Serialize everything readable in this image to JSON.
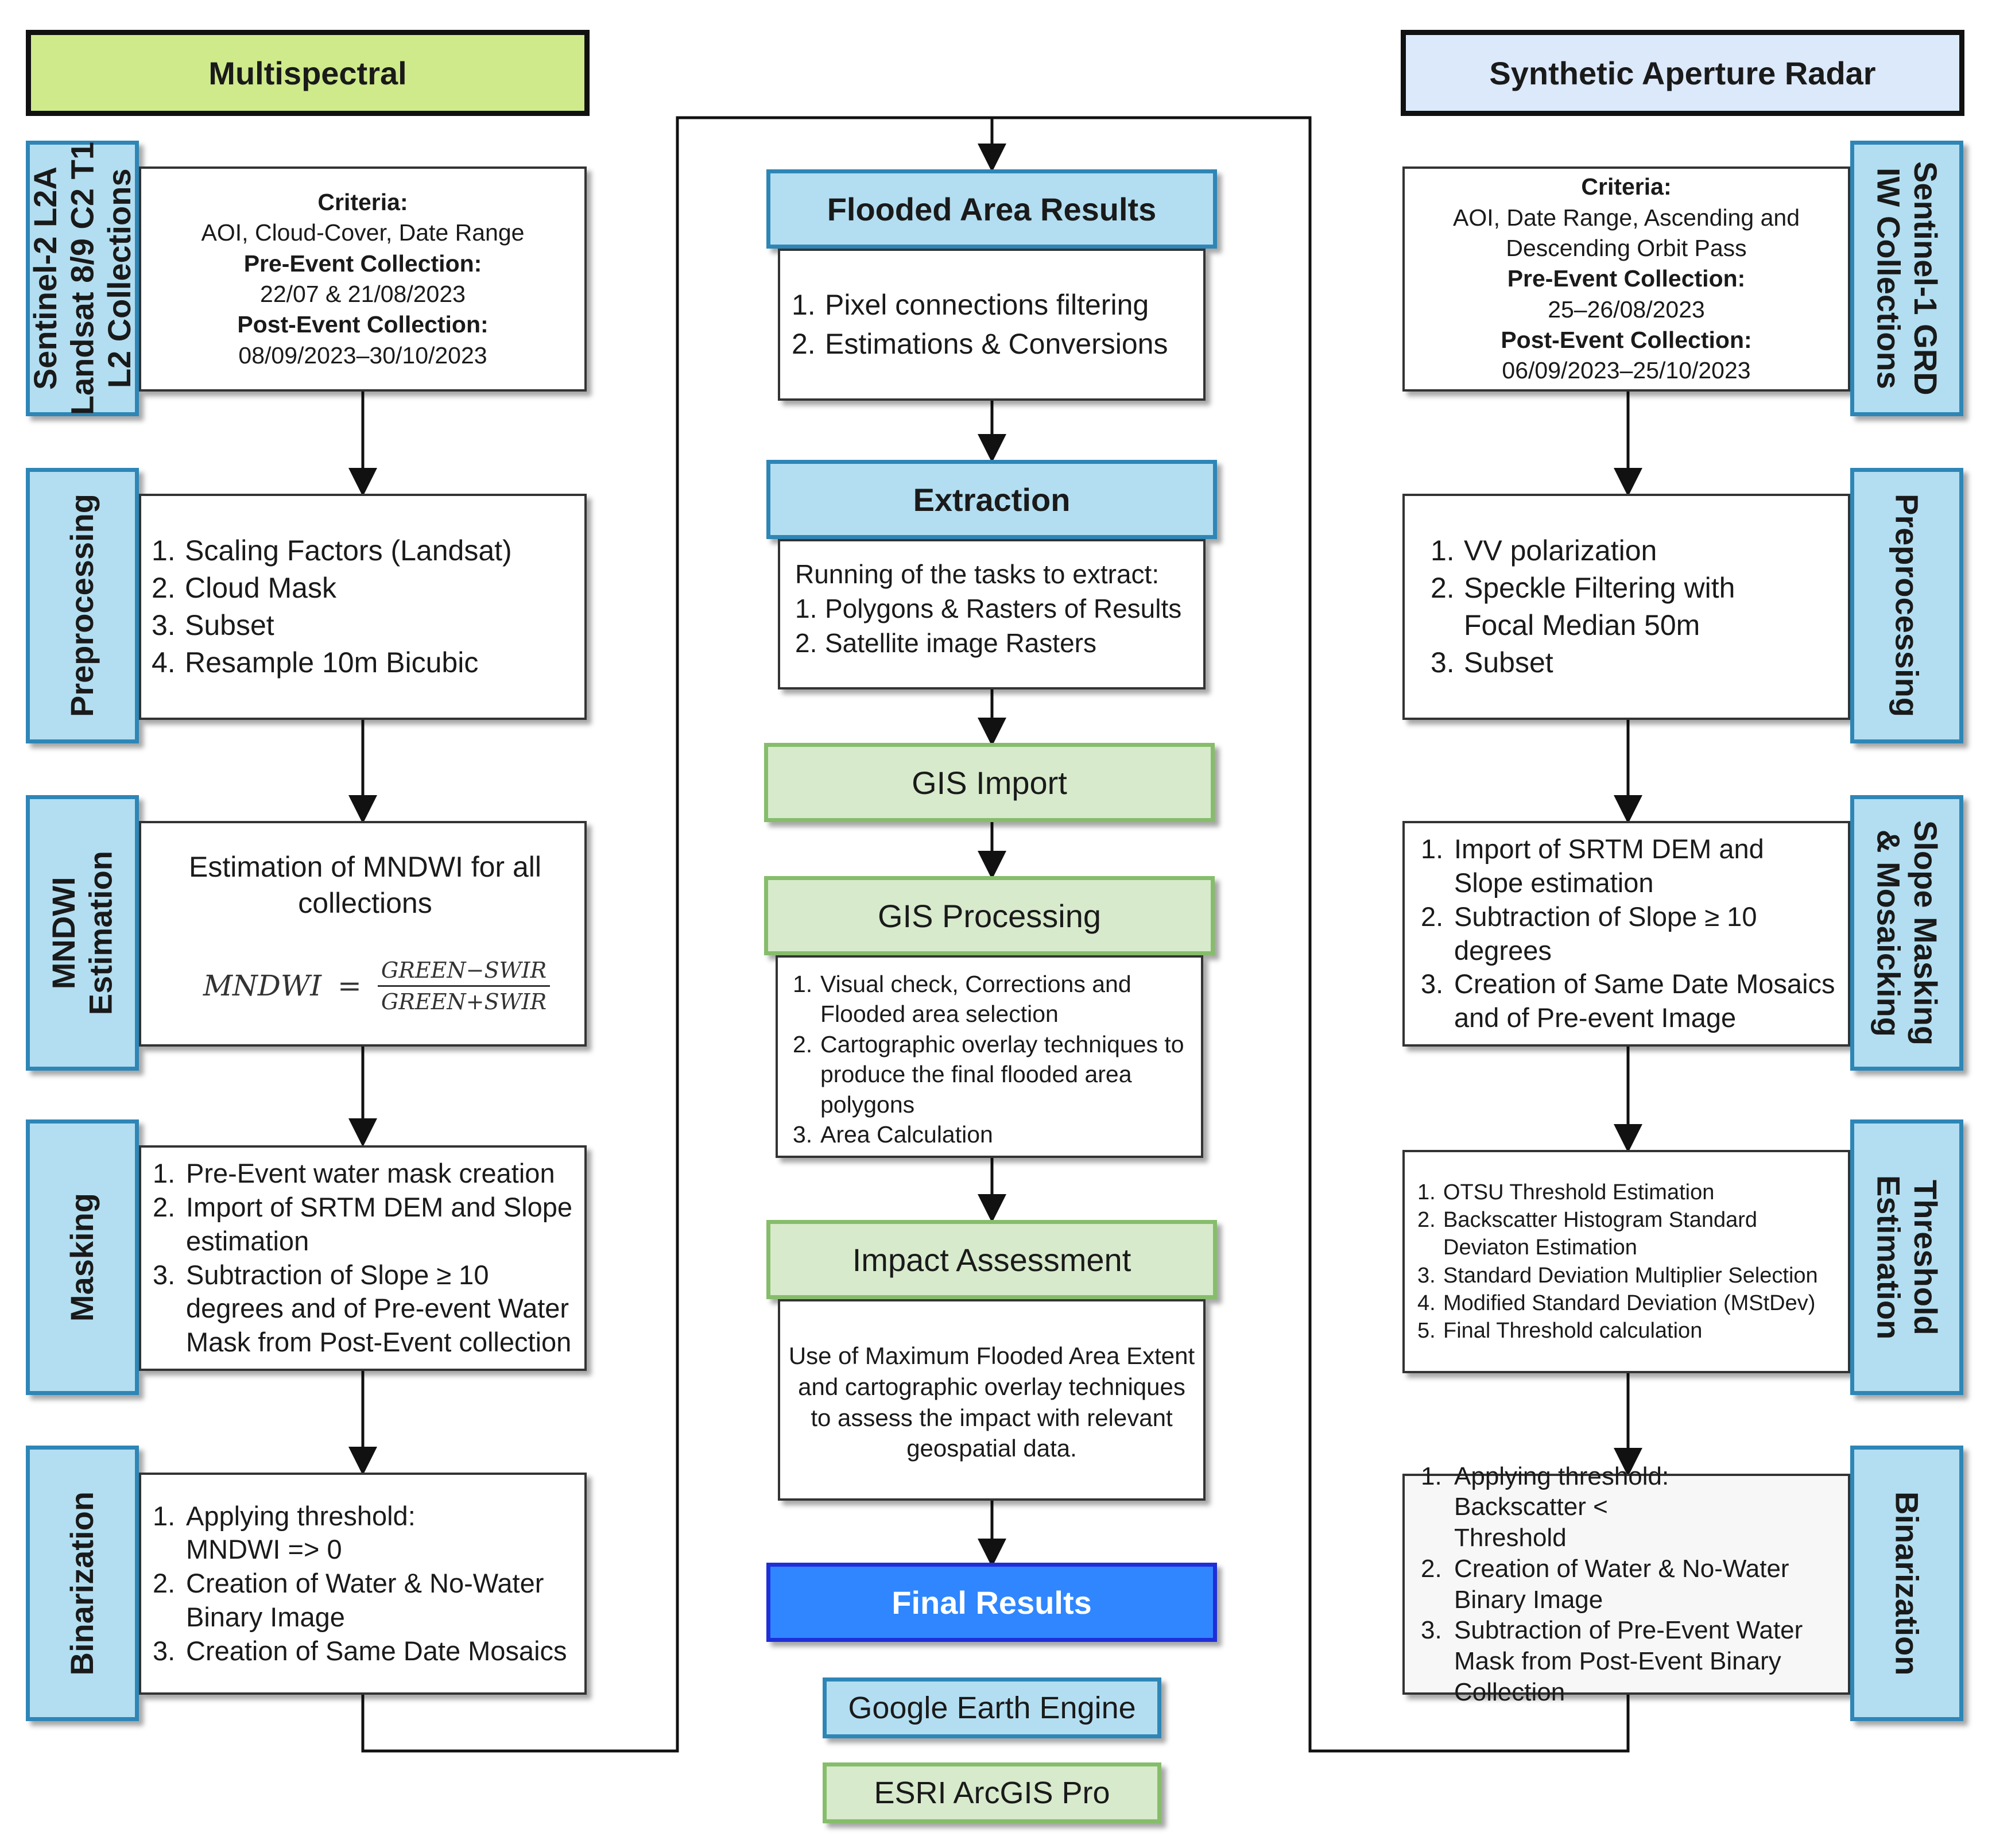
{
  "multispectral": {
    "title": "Multispectral",
    "collection": {
      "side_label": [
        "Sentinel-2 L2A",
        "Landsat 8/9 C2 T1",
        "L2 Collections"
      ],
      "criteria_label": "Criteria:",
      "criteria": "AOI, Cloud-Cover, Date Range",
      "pre_label": "Pre-Event Collection:",
      "pre_dates": "22/07 & 21/08/2023",
      "post_label": "Post-Event Collection:",
      "post_dates": "08/09/2023–30/10/2023"
    },
    "preprocessing": {
      "side_label": "Preprocessing",
      "items": [
        "Scaling Factors (Landsat)",
        "Cloud Mask",
        "Subset",
        "Resample 10m Bicubic"
      ]
    },
    "mndwi": {
      "side_label": [
        "MNDWI",
        "Estimation"
      ],
      "text": "Estimation of MNDWI for all collections",
      "formula_lhs": "MNDWI",
      "formula_eq": "=",
      "formula_num": "GREEN−SWIR",
      "formula_den": "GREEN+SWIR"
    },
    "masking": {
      "side_label": "Masking",
      "items": [
        "Pre-Event water mask creation",
        "Import of SRTM DEM and Slope estimation",
        "Subtraction of Slope ≥ 10 degrees and of Pre-event Water Mask from Post-Event collection"
      ]
    },
    "binarization": {
      "side_label": "Binarization",
      "items": [
        "Applying threshold: MNDWI => 0",
        "Creation of Water & No-Water Binary Image",
        "Creation of Same Date Mosaics"
      ]
    }
  },
  "sar": {
    "title": "Synthetic Aperture Radar",
    "collection": {
      "side_label": [
        "Sentinel-1 GRD",
        "IW Collections"
      ],
      "criteria_label": "Criteria:",
      "criteria": "AOI, Date Range, Ascending and Descending Orbit Pass",
      "pre_label": "Pre-Event Collection:",
      "pre_dates": "25–26/08/2023",
      "post_label": "Post-Event Collection:",
      "post_dates": "06/09/2023–25/10/2023"
    },
    "preprocessing": {
      "side_label": "Preprocessing",
      "items": [
        "VV polarization",
        "Speckle Filtering with Focal Median 50m",
        "Subset"
      ]
    },
    "slope": {
      "side_label": [
        "Slope Masking",
        "& Mosaicking"
      ],
      "items": [
        "Import of SRTM DEM and Slope estimation",
        "Subtraction of Slope ≥ 10 degrees",
        "Creation of Same Date Mosaics and of Pre-event Image"
      ]
    },
    "threshold": {
      "side_label": [
        "Threshold",
        "Estimation"
      ],
      "items": [
        "OTSU Threshold Estimation",
        "Backscatter Histogram Standard Deviaton Estimation",
        "Standard Deviation Multiplier Selection",
        "Modified Standard Deviation (MStDev)",
        "Final Threshold calculation"
      ]
    },
    "binarization": {
      "side_label": "Binarization",
      "items": [
        "Applying threshold: Backscatter < Threshold",
        "Creation of Water & No-Water Binary Image",
        "Subtraction of Pre-Event Water Mask from Post-Event Binary Collection"
      ]
    }
  },
  "center": {
    "flooded": {
      "title": "Flooded Area Results",
      "items": [
        "Pixel connections filtering",
        "Estimations & Conversions"
      ]
    },
    "extraction": {
      "title": "Extraction",
      "intro": "Running of the tasks to extract:",
      "items": [
        "Polygons & Rasters of Results",
        "Satellite image Rasters"
      ]
    },
    "gis_import": {
      "title": "GIS Import"
    },
    "gis_processing": {
      "title": "GIS Processing",
      "items": [
        "Visual check, Corrections and Flooded area selection",
        "Cartographic overlay techniques to produce the final flooded area polygons",
        "Area Calculation"
      ]
    },
    "impact": {
      "title": "Impact Assessment",
      "text": "Use of  Maximum Flooded Area Extent and cartographic overlay techniques to assess the impact with relevant geospatial data."
    },
    "final": {
      "title": "Final Results"
    }
  },
  "legend": {
    "gee": "Google Earth Engine",
    "arcgis": "ESRI ArcGIS Pro"
  },
  "colors": {
    "header_green": "#cfea8b",
    "header_blue": "#dbe9fa",
    "side_fill": "#b3def1",
    "side_border": "#2e86b6",
    "green_fill": "#d7eacc",
    "green_border": "#86bd6b",
    "final_fill": "#2f86ff",
    "final_border": "#1f2fd8"
  }
}
